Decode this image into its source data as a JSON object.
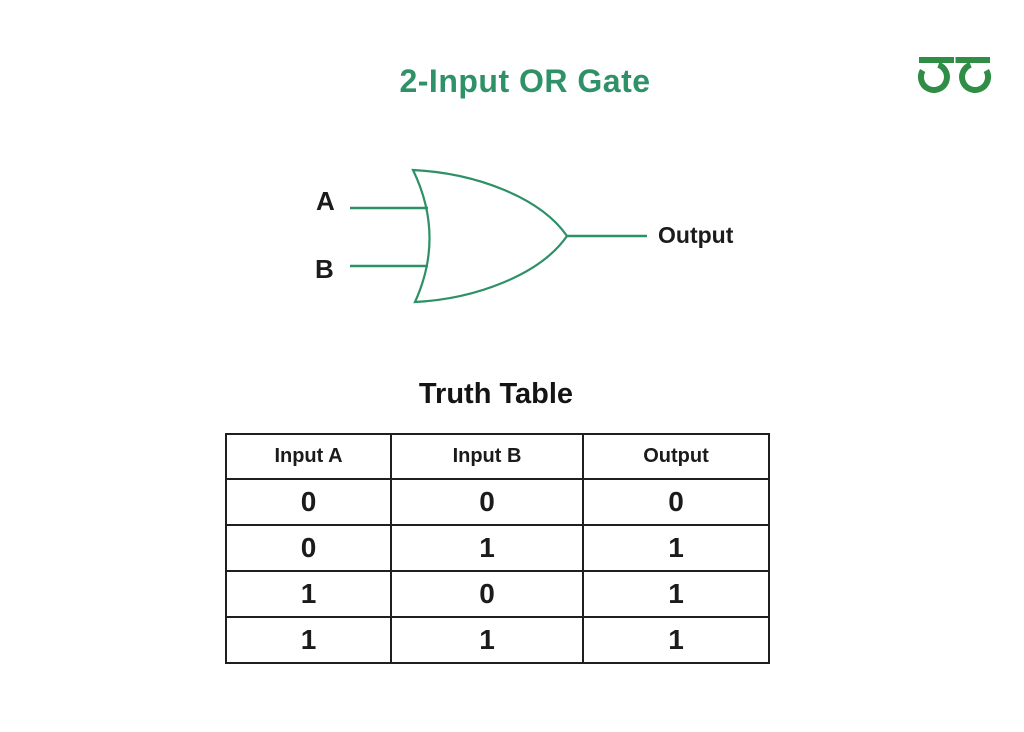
{
  "page": {
    "title": "2-Input OR Gate"
  },
  "logo": {
    "name": "geeksforgeeks-logo",
    "color": "#2f8d46"
  },
  "diagram": {
    "gate_type": "OR",
    "input_a_label": "A",
    "input_b_label": "B",
    "output_label": "Output",
    "stroke_color": "#2e9065"
  },
  "truth_table": {
    "heading": "Truth Table",
    "columns": [
      "Input A",
      "Input B",
      "Output"
    ],
    "rows": [
      [
        "0",
        "0",
        "0"
      ],
      [
        "0",
        "1",
        "1"
      ],
      [
        "1",
        "0",
        "1"
      ],
      [
        "1",
        "1",
        "1"
      ]
    ]
  },
  "colors": {
    "title_green": "#2f9168",
    "gate_green": "#2e9065",
    "logo_green": "#2f8d46",
    "text_black": "#1b1b1b",
    "table_border": "#1f1f1f",
    "background": "#ffffff"
  }
}
